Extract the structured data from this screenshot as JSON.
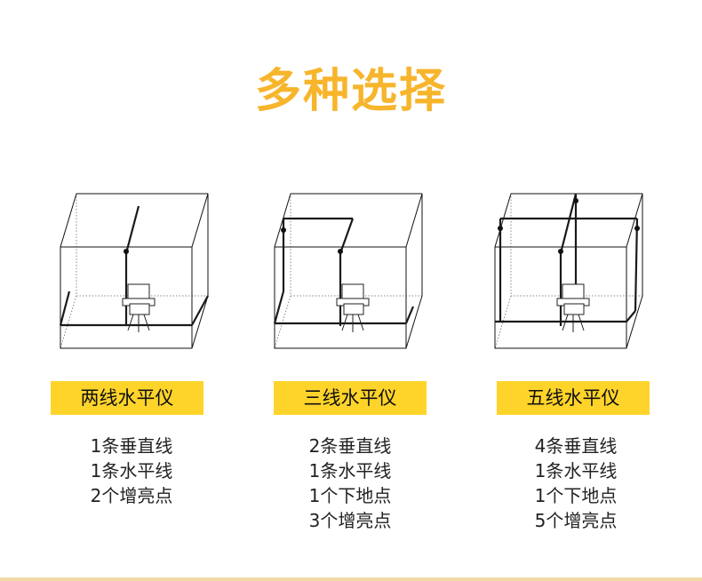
{
  "title": "多种选择",
  "products": [
    {
      "name": "两线水平仪",
      "specs": [
        "1条垂直线",
        "1条水平线",
        "2个增亮点"
      ]
    },
    {
      "name": "三线水平仪",
      "specs": [
        "2条垂直线",
        "1条水平线",
        "1个下地点",
        "3个增亮点"
      ]
    },
    {
      "name": "五线水平仪",
      "specs": [
        "4条垂直线",
        "1条水平线",
        "1个下地点",
        "5个增亮点"
      ]
    }
  ],
  "colors": {
    "title": "#f7b52c",
    "badge": "#ffd42a"
  }
}
